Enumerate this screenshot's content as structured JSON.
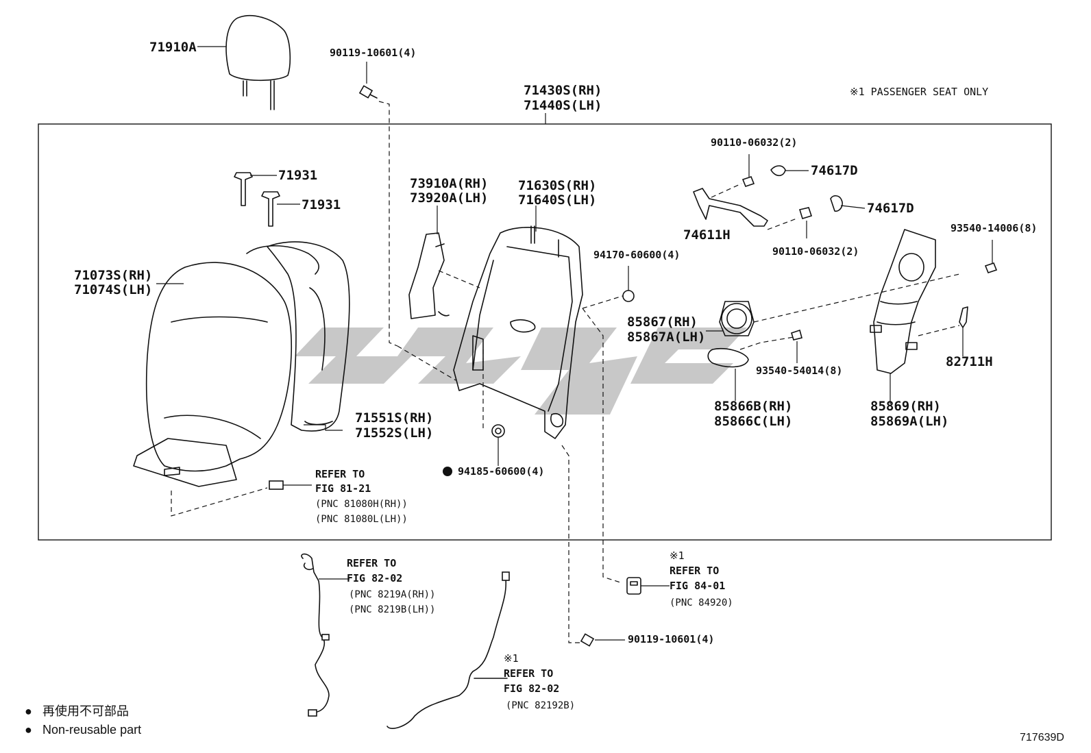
{
  "diagram": {
    "note": "※1  PASSENGER SEAT ONLY",
    "illustration_code": "717639D",
    "legend": [
      {
        "symbol": "●",
        "text": "再使用不可部品"
      },
      {
        "symbol": "●",
        "text": "Non-reusable part"
      }
    ],
    "parts": {
      "p71910a": "71910A",
      "p90119_top": "90119-10601(4)",
      "p71430s": "71430S(RH)",
      "p71440s": "71440S(LH)",
      "p71931_a": "71931",
      "p71931_b": "71931",
      "p73910a": "73910A(RH)",
      "p73920a": "73920A(LH)",
      "p71630s": "71630S(RH)",
      "p71640s": "71640S(LH)",
      "p90110_a": "90110-06032(2)",
      "p74617d_a": "74617D",
      "p74617d_b": "74617D",
      "p74611h": "74611H",
      "p90110_b": "90110-06032(2)",
      "p93540_14006": "93540-14006(8)",
      "p71073s": "71073S(RH)",
      "p71074s": "71074S(LH)",
      "p94170": "94170-60600(4)",
      "p85867": "85867(RH)",
      "p85867a": "85867A(LH)",
      "p93540_54014": "93540-54014(8)",
      "p82711h": "82711H",
      "p85866b": "85866B(RH)",
      "p85866c": "85866C(LH)",
      "p85869": "85869(RH)",
      "p85869a": "85869A(LH)",
      "p71551s": "71551S(RH)",
      "p71552s": "71552S(LH)",
      "p94185": "94185-60600(4)",
      "p90119_bottom": "90119-10601(4)"
    },
    "references": {
      "ref1_a": "REFER TO",
      "ref1_b": "FIG 81-21",
      "ref1_c": "(PNC 81080H(RH))",
      "ref1_d": "(PNC 81080L(LH))",
      "ref2_a": "REFER TO",
      "ref2_b": "FIG 82-02",
      "ref2_c": "(PNC 8219A(RH))",
      "ref2_d": "(PNC 8219B(LH))",
      "ref3_mark": "※1",
      "ref3_a": "REFER TO",
      "ref3_b": "FIG 84-01",
      "ref3_c": "(PNC 84920)",
      "ref4_mark": "※1",
      "ref4_a": "REFER TO",
      "ref4_b": "FIG 82-02",
      "ref4_c": "(PNC 82192B)"
    }
  }
}
